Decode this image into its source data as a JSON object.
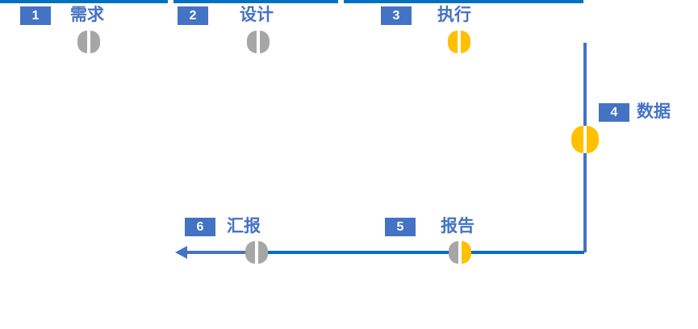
{
  "steps": [
    {
      "number": "1",
      "label": "需求",
      "circle_left": "gray",
      "circle_right": "gray"
    },
    {
      "number": "2",
      "label": "设计",
      "circle_left": "gray",
      "circle_right": "gray"
    },
    {
      "number": "3",
      "label": "执行",
      "circle_left": "yellow",
      "circle_right": "yellow"
    },
    {
      "number": "4",
      "label": "数据",
      "circle_left": "yellow",
      "circle_right": "yellow"
    },
    {
      "number": "5",
      "label": "报告",
      "circle_left": "gray",
      "circle_right": "yellow"
    },
    {
      "number": "6",
      "label": "汇报",
      "circle_left": "gray",
      "circle_right": "gray"
    }
  ],
  "colors": {
    "line": "#0070C0",
    "accent": "#4472C4",
    "gray": "#A6A6A6",
    "yellow": "#FFC000",
    "badge_text": "#FFFFFF",
    "background": "#FFFFFF"
  }
}
